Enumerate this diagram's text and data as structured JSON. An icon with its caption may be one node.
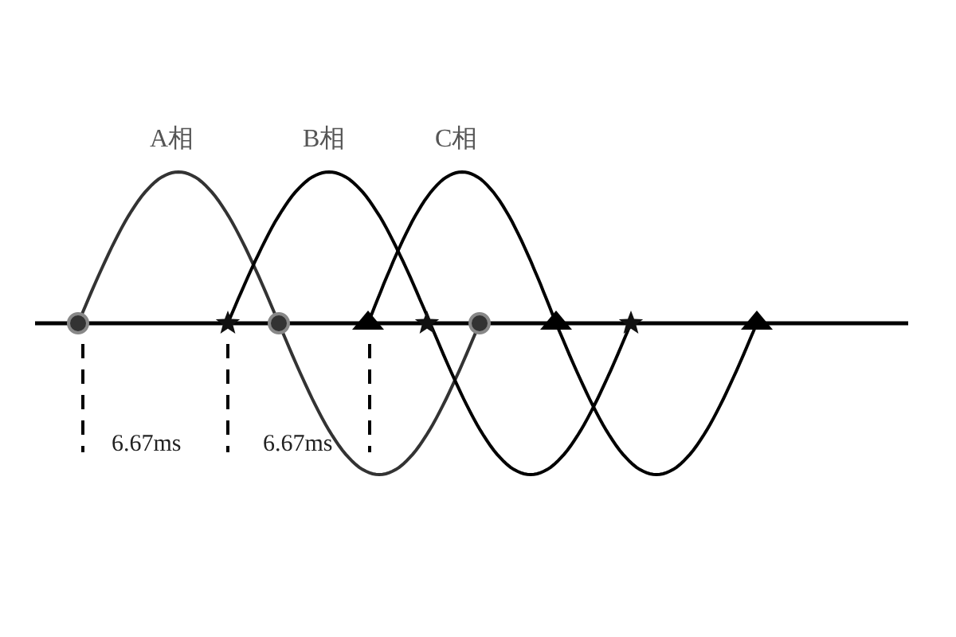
{
  "diagram": {
    "labels": [
      "A相",
      "B相",
      "C相",
      "6.67ms",
      "6.67ms"
    ]
  }
}
